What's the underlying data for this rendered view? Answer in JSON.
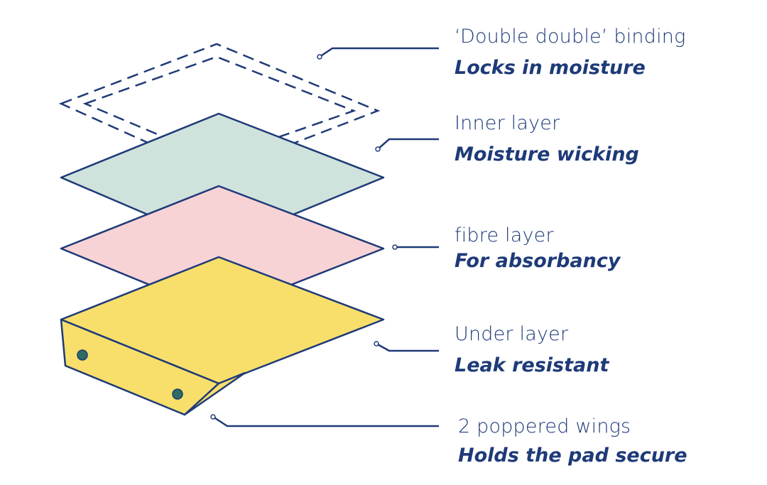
{
  "colors": {
    "outline": "#1e3a78",
    "text": "#1e3a78",
    "inner_layer": "#cfe2dc",
    "fibre_layer": "#f8d3d6",
    "under_layer": "#f8df6b",
    "popper": "#2f6b5e"
  },
  "labels": [
    {
      "title": "‘Double double’ binding",
      "subtitle": "Locks in moisture"
    },
    {
      "title": "Inner layer",
      "subtitle": "Moisture wicking"
    },
    {
      "title": "fibre layer",
      "subtitle": "For absorbancy"
    },
    {
      "title": "Under layer",
      "subtitle": "Leak resistant"
    },
    {
      "title": "2  poppered wings",
      "subtitle": "Holds the pad secure"
    }
  ]
}
